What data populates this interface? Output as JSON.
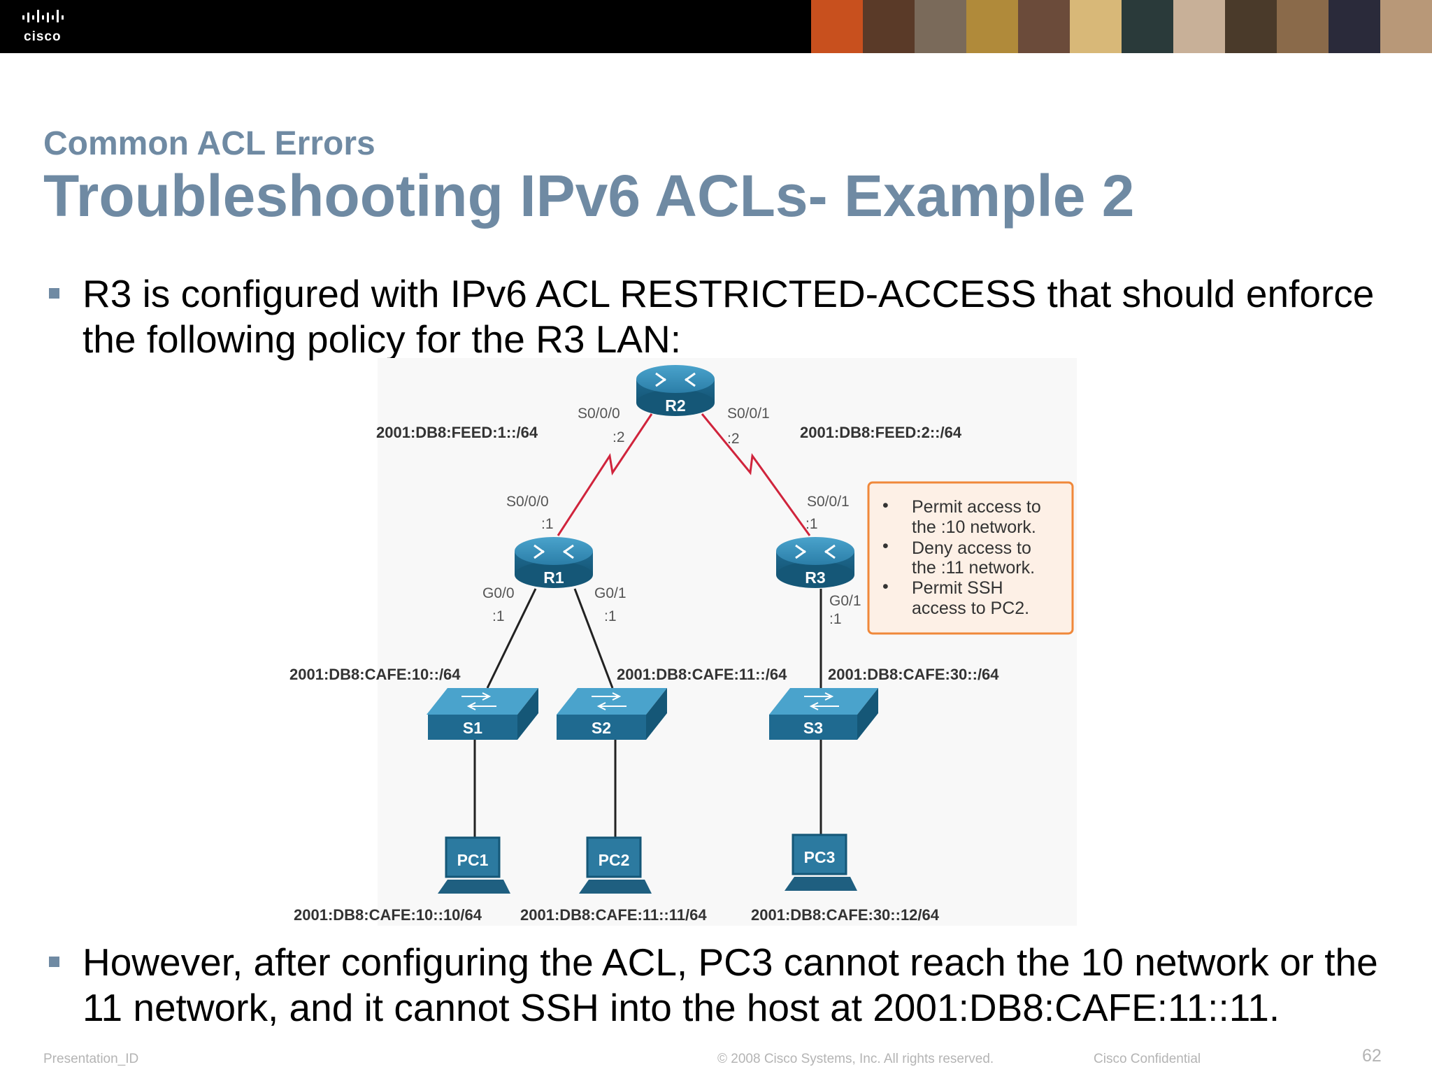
{
  "header": {
    "logo_text": "cisco"
  },
  "slide": {
    "subtitle": "Common ACL Errors",
    "title": "Troubleshooting IPv6 ACLs- Example 2",
    "bullet1": "R3 is configured with IPv6 ACL RESTRICTED-ACCESS that should enforce the following policy for the R3 LAN:",
    "bullet2": "However, after configuring the ACL, PC3 cannot reach the 10 network or the 11 network, and it cannot SSH into the host at 2001:DB8:CAFE:11::11."
  },
  "diagram": {
    "devices": {
      "r1": "R1",
      "r2": "R2",
      "r3": "R3",
      "s1": "S1",
      "s2": "S2",
      "s3": "S3",
      "pc1": "PC1",
      "pc2": "PC2",
      "pc3": "PC3"
    },
    "interfaces": {
      "r2_s000": "S0/0/0",
      "r2_s000_addr": ":2",
      "r2_s001": "S0/0/1",
      "r2_s001_addr": ":2",
      "r1_s000": "S0/0/0",
      "r1_s000_addr": ":1",
      "r3_s001": "S0/0/1",
      "r3_s001_addr": ":1",
      "r1_g00": "G0/0",
      "r1_g00_addr": ":1",
      "r1_g01": "G0/1",
      "r1_g01_addr": ":1",
      "r3_g01": "G0/1",
      "r3_g01_addr": ":1"
    },
    "networks": {
      "feed1": "2001:DB8:FEED:1::/64",
      "feed2": "2001:DB8:FEED:2::/64",
      "cafe10": "2001:DB8:CAFE:10::/64",
      "cafe11": "2001:DB8:CAFE:11::/64",
      "cafe30": "2001:DB8:CAFE:30::/64"
    },
    "hosts": {
      "pc1": "2001:DB8:CAFE:10::10/64",
      "pc2": "2001:DB8:CAFE:11::11/64",
      "pc3": "2001:DB8:CAFE:30::12/64"
    },
    "policy_box": {
      "bullet": "•",
      "lines": [
        "Permit access to",
        "the :10 network.",
        "Deny access to",
        "the :11 network.",
        "Permit SSH",
        "access to PC2."
      ]
    }
  },
  "footer": {
    "left": "Presentation_ID",
    "copyright": "© 2008 Cisco Systems, Inc. All rights reserved.",
    "confidential": "Cisco Confidential",
    "page": "62"
  },
  "colors": {
    "title": "#6f8aa3",
    "device_blue": "#2c7aa0",
    "serial_link": "#d0243c",
    "policy_border": "#f0883a",
    "policy_fill": "#fdf0e6"
  }
}
